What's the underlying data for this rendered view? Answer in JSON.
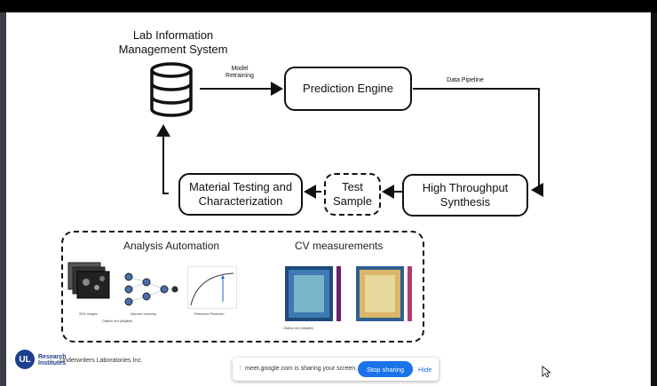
{
  "diagram": {
    "lims_title": "Lab Information\nManagement System",
    "prediction_engine": "Prediction Engine",
    "high_throughput": "High Throughput\nSynthesis",
    "test_sample": "Test\nSample",
    "material_testing": "Material Testing and\nCharacterization",
    "model_retraining": "Model\nRetraining",
    "data_pipeline": "Data Pipeline"
  },
  "panel": {
    "analysis_title": "Analysis Automation",
    "cv_title": "CV measurements",
    "sem_label": "SEM Images",
    "ml_label": "Machine Learning",
    "ref_label": "Reference Prediction",
    "citation1": "Citation text (illegible)",
    "citation2": "Citation text (illegible)"
  },
  "footer": {
    "logo_letters": "UL",
    "org_line1": "Research",
    "org_line2": "Institutes",
    "org_name": "Underwriters Laboratories Inc."
  },
  "share_bar": {
    "message": "meet.google.com is sharing your screen.",
    "stop_label": "Stop sharing",
    "hide_label": "Hide"
  },
  "colors": {
    "accent": "#1a73e8",
    "brand": "#1d3f8f"
  }
}
